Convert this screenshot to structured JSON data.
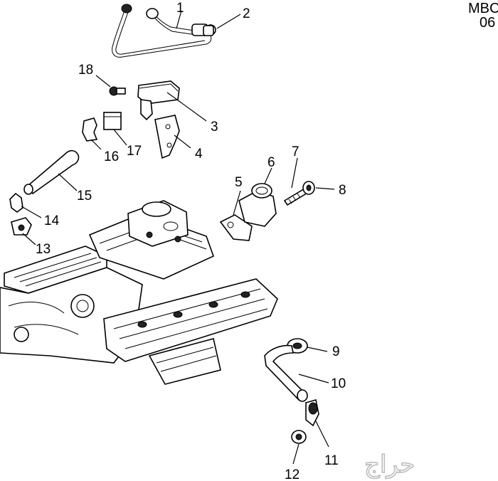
{
  "corner_code": {
    "line1": "MBC",
    "line2": "06"
  },
  "watermark": "حراج",
  "callouts": [
    {
      "id": "1",
      "label": "1"
    },
    {
      "id": "2",
      "label": "2"
    },
    {
      "id": "3",
      "label": "3"
    },
    {
      "id": "4",
      "label": "4"
    },
    {
      "id": "5",
      "label": "5"
    },
    {
      "id": "6",
      "label": "6"
    },
    {
      "id": "7",
      "label": "7"
    },
    {
      "id": "8",
      "label": "8"
    },
    {
      "id": "9",
      "label": "9"
    },
    {
      "id": "10",
      "label": "10"
    },
    {
      "id": "11",
      "label": "11"
    },
    {
      "id": "12",
      "label": "12"
    },
    {
      "id": "13",
      "label": "13"
    },
    {
      "id": "14",
      "label": "14"
    },
    {
      "id": "15",
      "label": "15"
    },
    {
      "id": "16",
      "label": "16"
    },
    {
      "id": "17",
      "label": "17"
    },
    {
      "id": "18",
      "label": "18"
    }
  ]
}
